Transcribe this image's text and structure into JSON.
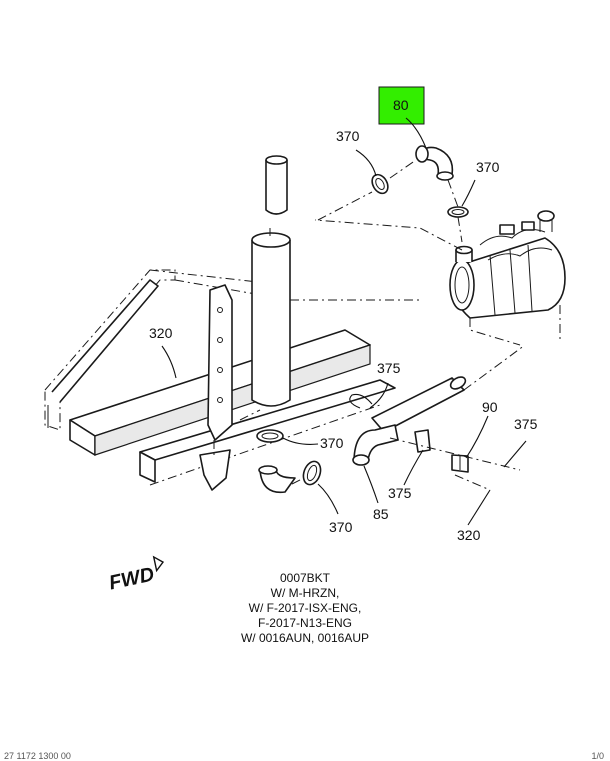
{
  "callouts": {
    "c80": "80",
    "c370_top_left": "370",
    "c370_top_right": "370",
    "c320_left": "320",
    "c375_hose": "375",
    "c370_mid": "370",
    "c370_bottom": "370",
    "c85": "85",
    "c375_bracket": "375",
    "c90": "90",
    "c375_right": "375",
    "c320_right": "320"
  },
  "highlight_color": "#33ee00",
  "fwd_label": "FWD",
  "caption": {
    "line1": "0007BKT",
    "line2": "W/ M-HRZN,",
    "line3": "W/ F-2017-ISX-ENG,",
    "line4": "F-2017-N13-ENG",
    "line5": "W/ 0016AUN, 0016AUP"
  },
  "footer": {
    "left": "27 1172 1300 00",
    "right": "1/0"
  }
}
